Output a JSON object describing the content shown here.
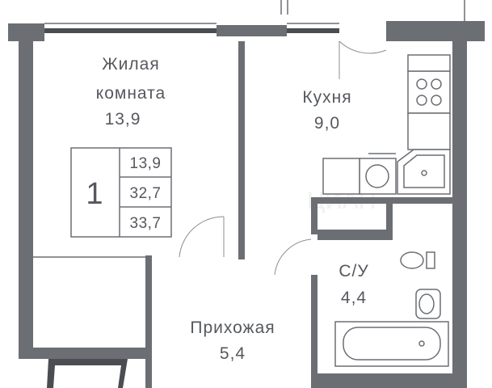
{
  "rooms": {
    "living": {
      "name_line1": "Жилая",
      "name_line2": "комната",
      "area": "13,9"
    },
    "kitchen": {
      "name": "Кухня",
      "area": "9,0"
    },
    "bathroom": {
      "name": "С/У",
      "area": "4,4"
    },
    "hallway": {
      "name": "Прихожая",
      "area": "5,4"
    }
  },
  "summary": {
    "rooms_count": "1",
    "living_area": "13,9",
    "total_area": "32,7",
    "area_with_balcony": "33,7"
  },
  "watermark": "ЦИАН",
  "colors": {
    "walls": "#6b6e73",
    "text": "#55585d",
    "background": "#ffffff"
  }
}
